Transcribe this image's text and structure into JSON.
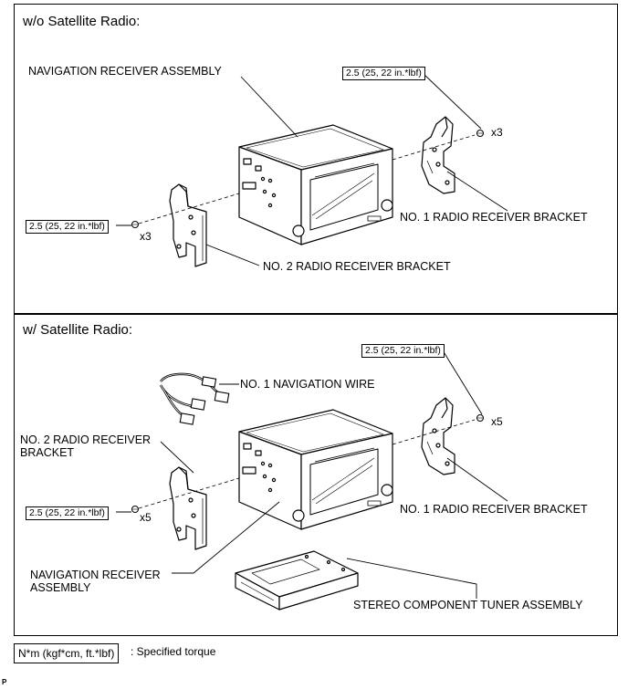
{
  "panels": [
    {
      "title": "w/o Satellite Radio:",
      "labels": {
        "navigation_receiver": "NAVIGATION RECEIVER ASSEMBLY",
        "no1_bracket": "NO. 1 RADIO RECEIVER BRACKET",
        "no2_bracket": "NO. 2 RADIO RECEIVER BRACKET"
      },
      "torques": [
        {
          "value": "2.5 (25, 22 in.*lbf)",
          "count": "x3"
        },
        {
          "value": "2.5 (25, 22 in.*lbf)",
          "count": "x3"
        }
      ]
    },
    {
      "title": "w/ Satellite Radio:",
      "labels": {
        "navigation_wire": "NO. 1 NAVIGATION WIRE",
        "no2_bracket_line1": "NO. 2 RADIO RECEIVER",
        "no2_bracket_line2": "BRACKET",
        "no1_bracket": "NO. 1 RADIO RECEIVER BRACKET",
        "navigation_receiver_line1": "NAVIGATION RECEIVER",
        "navigation_receiver_line2": "ASSEMBLY",
        "tuner": "STEREO COMPONENT TUNER ASSEMBLY"
      },
      "torques": [
        {
          "value": "2.5 (25, 22 in.*lbf)",
          "count": "x5"
        },
        {
          "value": "2.5 (25, 22 in.*lbf)",
          "count": "x5"
        }
      ]
    }
  ],
  "legend": {
    "unit": "N*m (kgf*cm, ft.*lbf)",
    "description": ": Specified torque"
  },
  "footer_code": "P"
}
